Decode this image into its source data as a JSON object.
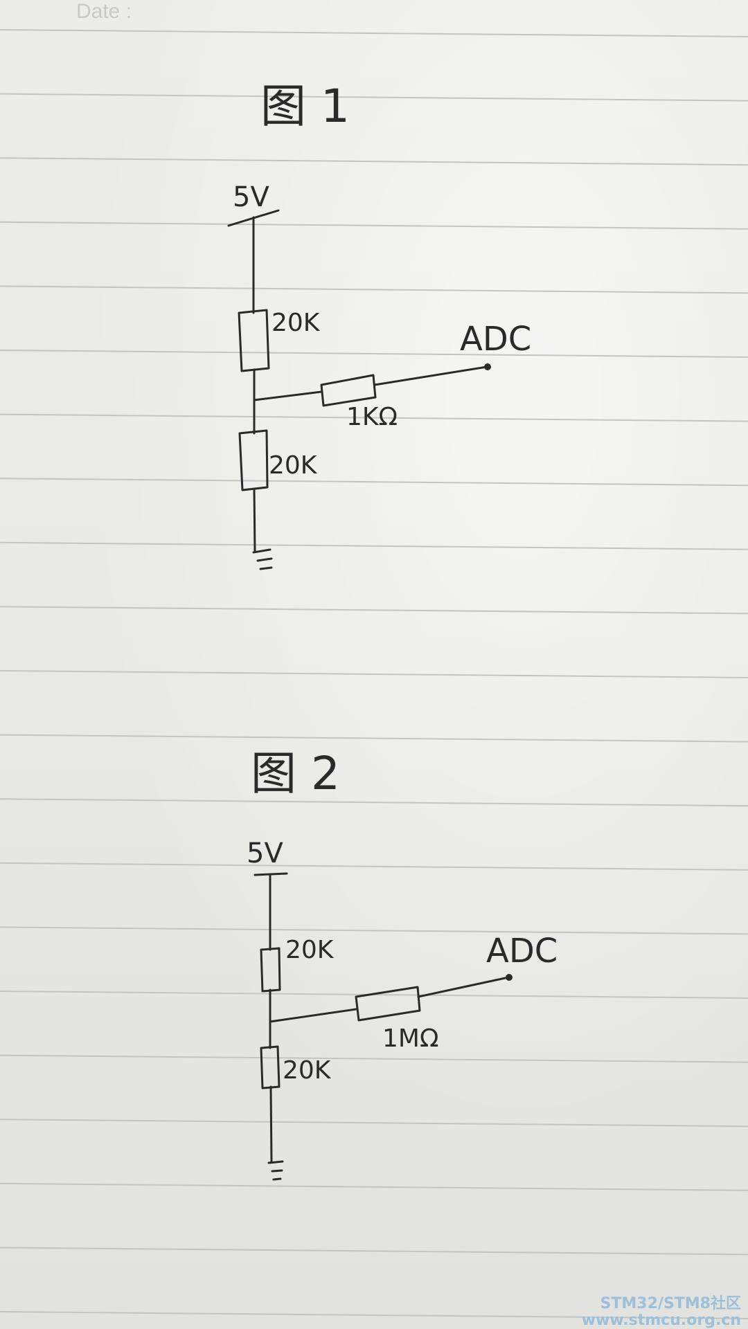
{
  "header": {
    "date_label": "Date :"
  },
  "figures": [
    {
      "title": "图 1",
      "supply_label": "5V",
      "top_resistor_label": "20K",
      "bottom_resistor_label": "20K",
      "series_resistor_label": "1KΩ",
      "output_label": "ADC"
    },
    {
      "title": "图 2",
      "supply_label": "5V",
      "top_resistor_label": "20K",
      "bottom_resistor_label": "20K",
      "series_resistor_label": "1MΩ",
      "output_label": "ADC"
    }
  ],
  "watermark": {
    "line1": "STM32/STM8社区",
    "line2": "www.stmcu.org.cn"
  },
  "colors": {
    "ink": "#2a2a2a",
    "paper": "#e9e9e6",
    "ruled_line": "#c4c4c0",
    "watermark": "#9cc0da"
  }
}
